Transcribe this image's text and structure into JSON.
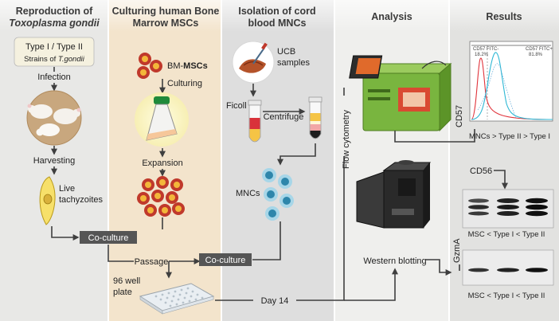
{
  "columns": {
    "reproduction": {
      "title_line1": "Reproduction of",
      "title_line2": "Toxoplasma gondii"
    },
    "msc": {
      "title_line1": "Culturing human Bone",
      "title_line2": "Marrow MSCs"
    },
    "mnc": {
      "title_line1": "Isolation of cord",
      "title_line2": "blood MNCs"
    },
    "analysis": {
      "title": "Analysis"
    },
    "results": {
      "title": "Results"
    }
  },
  "reproduction": {
    "strain_line1": "Type I / Type II",
    "strain_line2_prefix": "Strains of ",
    "strain_line2_species": "T.gondii",
    "infection": "Infection",
    "harvesting": "Harvesting",
    "live_line1": "Live",
    "live_line2": "tachyzoites"
  },
  "msc": {
    "bm_prefix": "BM-",
    "bm_bold": "MSCs",
    "culturing": "Culturing",
    "expansion": "Expansion"
  },
  "mnc": {
    "ucb_line1": "UCB",
    "ucb_line2": "samples",
    "ficoll": "Ficoll",
    "centrifuge": "Centrifuge",
    "mncs": "MNCs"
  },
  "flow": {
    "coculture1": "Co-culture",
    "coculture2": "Co-culture",
    "passage": "Passage",
    "plate_line1": "96 well",
    "plate_line2": "plate",
    "day14": "Day 14"
  },
  "analysis": {
    "flow_cytometry": "Flow cytometry",
    "western": "Western blotting"
  },
  "results": {
    "cd57_axis": "CD57",
    "gate_left_label": "CD57 FITC-",
    "gate_left_value": "18.2%",
    "gate_right_label": "CD57 FITC+",
    "gate_right_value": "81.8%",
    "flow_caption": "MNCs > Type II > Type I",
    "cd56": "CD56",
    "blot1_caption": "MSC < Type I < Type II",
    "gzma": "GzmA",
    "blot2_caption": "MSC < Type I < Type II"
  },
  "colors": {
    "panel_reproduction": "#e8e8e6",
    "panel_msc": "#f4e3c8",
    "panel_mnc": "#dfdfdd",
    "panel_analysis": "#efefed",
    "panel_results": "#e4e4e2",
    "cell_outer": "#c0392b",
    "cell_inner": "#f3b73a",
    "mnc_cell": "#2e86ab",
    "dark_box": "#555555"
  }
}
